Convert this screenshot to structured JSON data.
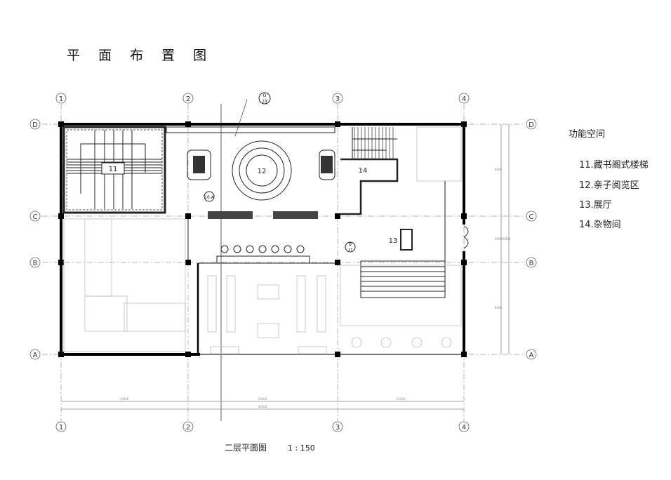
{
  "title": "平 面 布 置 图",
  "legend": {
    "heading": "功能空间",
    "items": [
      "11.藏书阁式楼梯",
      "12.亲子阅览区",
      "13.展厅",
      "14.杂物间"
    ]
  },
  "grid_axes": {
    "columns": [
      "1",
      "2",
      "3",
      "4"
    ],
    "rows": [
      "D",
      "C",
      "B",
      "A"
    ]
  },
  "rooms": [
    "11",
    "12",
    "13",
    "14"
  ],
  "section_marks": {
    "detail": {
      "top": "D",
      "bottom": "19"
    },
    "mark_a": "16 A",
    "mark_b": {
      "top": "B",
      "bottom": "17"
    }
  },
  "dimensions": {
    "bottom": [
      "12000",
      "12000",
      "11000"
    ],
    "bottom_total": "35000",
    "right": [
      "8000",
      "3000",
      "8000"
    ],
    "right_total": "19000"
  },
  "caption": {
    "name": "二层平面图",
    "scale": "1 : 150"
  }
}
